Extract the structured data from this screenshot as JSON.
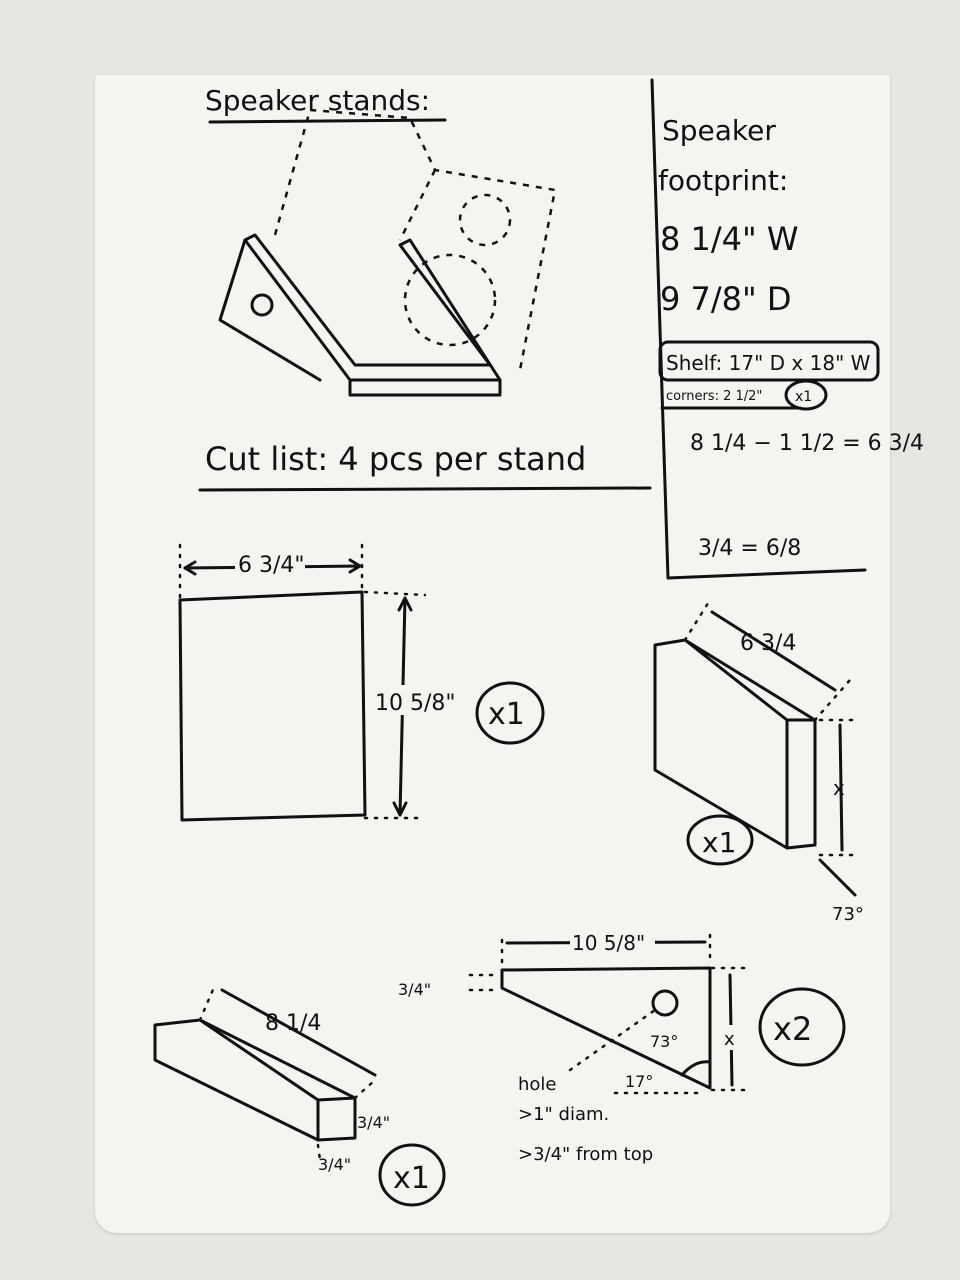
{
  "title": "Speaker stands:",
  "footprint": {
    "label1": "Speaker",
    "label2": "footprint:",
    "width": "8 1/4\"  W",
    "depth": "9 7/8\"  D"
  },
  "shelf": "Shelf: 17\" D x 18\" W",
  "corners": "corners: 2 1/2\"",
  "corners_count": "x1",
  "calc1": "8 1/4 − 1 1/2 = 6 3/4",
  "calc2": "3/4 = 6/8",
  "cut_list": "Cut list: 4 pcs per stand",
  "piece1": {
    "width": "6 3/4\"",
    "height": "10 5/8\"",
    "qty": "x1"
  },
  "piece2": {
    "length": "6 3/4",
    "height": "x",
    "angle": "73°",
    "qty": "x1"
  },
  "piece3": {
    "length": "8 1/4",
    "side": "3/4\"",
    "bottom": "3/4\"",
    "qty": "x1"
  },
  "piece4": {
    "width": "10 5/8\"",
    "edge": "3/4\"",
    "height": "x",
    "angle_top": "73°",
    "angle_bottom": "17°",
    "qty": "x2",
    "note1": "hole",
    "note2": ">1\" diam.",
    "note3": ">3/4\" from top"
  }
}
